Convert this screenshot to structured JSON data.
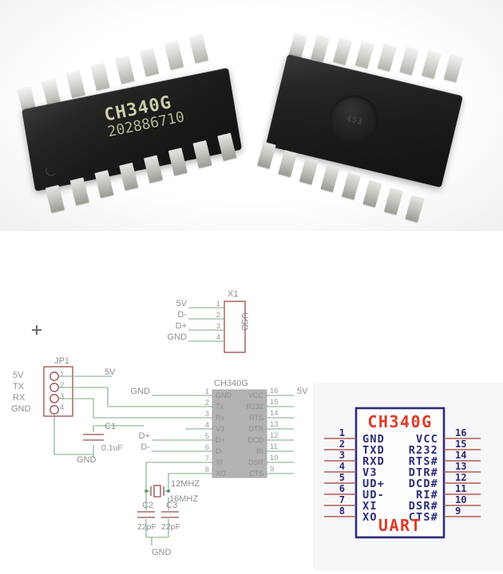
{
  "photo": {
    "alt": "CH340G SOIC-16 integrated circuits",
    "chip_left": {
      "marking_line1": "CH340G",
      "marking_line2": "202886710",
      "pin_count": 16,
      "package": "SOIC-16",
      "body_color": "#1b1b1a"
    },
    "chip_right": {
      "dimple_marking": "453",
      "pin_count": 16,
      "package": "SOIC-16",
      "body_color": "#1b1b1a"
    }
  },
  "schematic": {
    "origin_marker": "+",
    "usb_connector": {
      "ref": "X1",
      "label": "USB",
      "pins": [
        {
          "number": "1",
          "net": "5V"
        },
        {
          "number": "2",
          "net": "D-"
        },
        {
          "number": "3",
          "net": "D+"
        },
        {
          "number": "4",
          "net": "GND"
        }
      ]
    },
    "header": {
      "ref": "JP1",
      "pins": [
        {
          "number": "1",
          "net": "5V"
        },
        {
          "number": "2",
          "net": "TX"
        },
        {
          "number": "3",
          "net": "RX"
        },
        {
          "number": "4",
          "net": "GND"
        }
      ],
      "out_label": "5V"
    },
    "ic": {
      "ref": "CH340G",
      "left_pins": [
        {
          "number": "1",
          "name": "GND",
          "net": "GND"
        },
        {
          "number": "2",
          "name": "Tx",
          "net": ""
        },
        {
          "number": "3",
          "name": "Rx",
          "net": ""
        },
        {
          "number": "4",
          "name": "V3",
          "net": ""
        },
        {
          "number": "5",
          "name": "D+",
          "net": "D+"
        },
        {
          "number": "6",
          "name": "D-",
          "net": "D-"
        },
        {
          "number": "7",
          "name": "XI",
          "net": ""
        },
        {
          "number": "8",
          "name": "XO",
          "net": ""
        }
      ],
      "right_pins": [
        {
          "number": "16",
          "name": "VCC",
          "net": "5V"
        },
        {
          "number": "15",
          "name": "R232",
          "net": ""
        },
        {
          "number": "14",
          "name": "RTS",
          "net": ""
        },
        {
          "number": "13",
          "name": "DTR",
          "net": ""
        },
        {
          "number": "12",
          "name": "DCD",
          "net": ""
        },
        {
          "number": "11",
          "name": "RI",
          "net": ""
        },
        {
          "number": "10",
          "name": "DSR",
          "net": ""
        },
        {
          "number": "9",
          "name": "CTS",
          "net": ""
        }
      ]
    },
    "components": [
      {
        "ref": "C1",
        "value": "0.1uF",
        "type": "capacitor"
      },
      {
        "ref": "C2",
        "value": "22pF",
        "type": "capacitor"
      },
      {
        "ref": "C3",
        "value": "22pF",
        "type": "capacitor"
      }
    ],
    "crystal": {
      "value_primary": "12MHZ",
      "value_alt": "16MHZ"
    },
    "ground_labels": [
      "GND",
      "GND",
      "GND"
    ],
    "colors": {
      "wire": "#7faa86",
      "component": "#9b4a4a",
      "text": "#8a8a8a",
      "ic_fill": "#b0b0b0"
    }
  },
  "pinout": {
    "title": "CH340G",
    "footer": "UART",
    "left_pins": [
      {
        "number": "1",
        "name": "GND"
      },
      {
        "number": "2",
        "name": "TXD"
      },
      {
        "number": "3",
        "name": "RXD"
      },
      {
        "number": "4",
        "name": "V3"
      },
      {
        "number": "5",
        "name": "UD+"
      },
      {
        "number": "6",
        "name": "UD-"
      },
      {
        "number": "7",
        "name": "XI"
      },
      {
        "number": "8",
        "name": "XO"
      }
    ],
    "right_pins": [
      {
        "number": "16",
        "name": "VCC"
      },
      {
        "number": "15",
        "name": "R232"
      },
      {
        "number": "14",
        "name": "RTS#"
      },
      {
        "number": "13",
        "name": "DTR#"
      },
      {
        "number": "12",
        "name": "DCD#"
      },
      {
        "number": "11",
        "name": "RI#"
      },
      {
        "number": "10",
        "name": "DSR#"
      },
      {
        "number": "9",
        "name": "CTS#"
      }
    ],
    "colors": {
      "border": "#2b2b7a",
      "title": "#e03a28",
      "label": "#2b2b7a",
      "lead": "#b05a52",
      "background": "#f7f6f8"
    }
  }
}
